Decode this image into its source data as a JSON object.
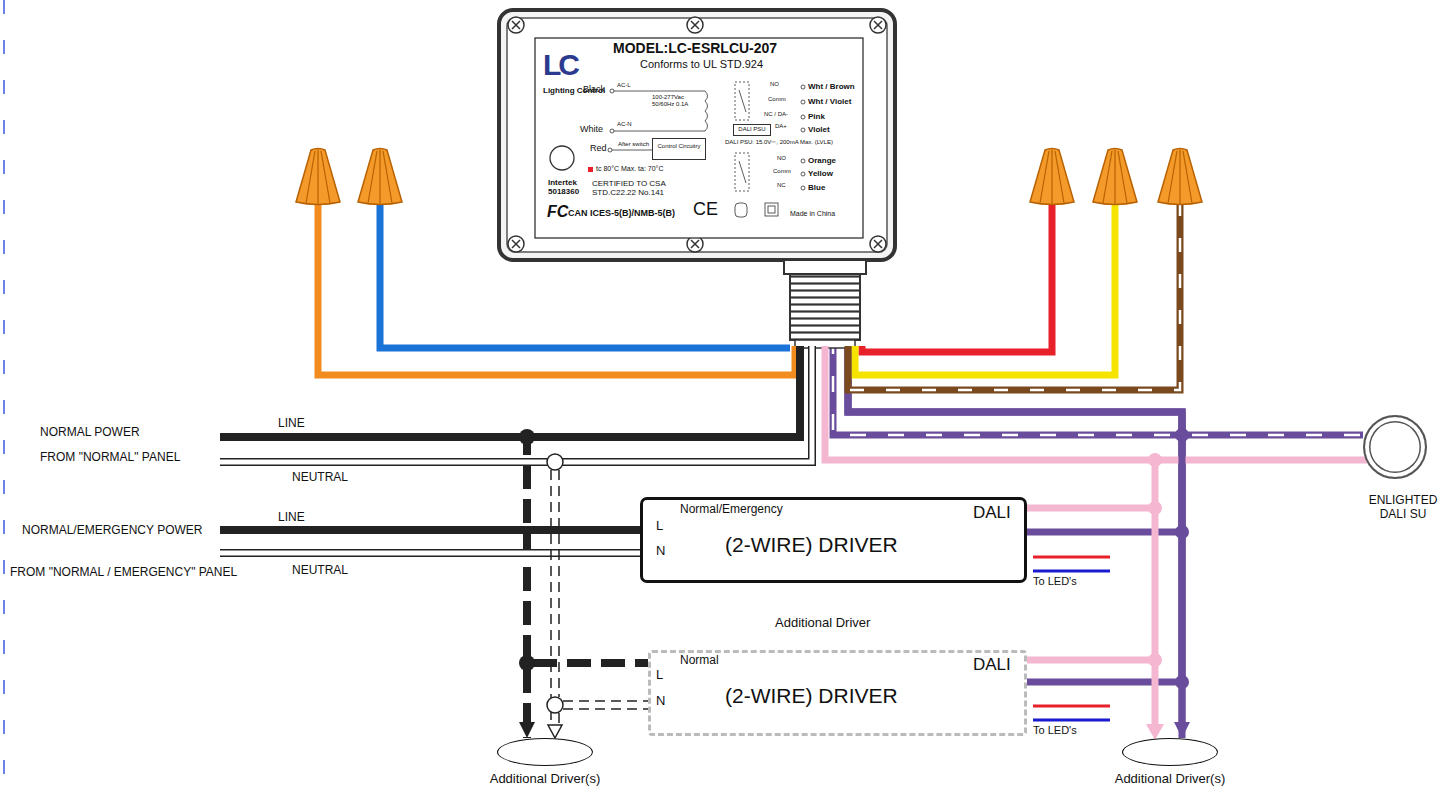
{
  "diagram": {
    "nodes": [
      {
        "text": [
          "MODEL:LC-ESRLCU-207",
          "Conforms to UL STD.924",
          "Lighting Control",
          "Black",
          "AC-L",
          "100-277Vac 50/60Hz 0.1A",
          "White",
          "AC-N",
          "Red",
          "After switch",
          "tc 80°C Max. ta: 70°C",
          "Intertek 5018360",
          "CERTIFIED TO CSA STD.C22.22 No.141",
          "FC",
          "CAN ICES-5(B)/NMB-5(B)",
          "CE",
          "Made in China",
          "NO",
          "Wht / Brown",
          "Comm",
          "Wht / Violet",
          "NC / DA-",
          "Pink",
          "DA+",
          "Violet",
          "DALI PSU: 15.0V⎓, 200mA Max. (LVLE)",
          "NO",
          "Orange",
          "Comm",
          "Yellow",
          "NC",
          "Blue",
          "LC"
        ]
      },
      {
        "text": [
          "Control Circuitry"
        ],
        "in": 0
      },
      {
        "text": [
          "DALI PSU"
        ],
        "in": 0
      },
      {
        "text": [
          "Normal/Emergency",
          "L",
          "N",
          "DALI",
          "(2-WIRE) DRIVER",
          "To LED's"
        ]
      },
      {
        "text": [
          "Additional Driver",
          "Normal",
          "L",
          "N",
          "DALI",
          "(2-WIRE) DRIVER",
          "To LED's"
        ]
      },
      {
        "text": [
          "ENLIGHTED DALI SU"
        ]
      },
      {
        "text": [
          "Additional Driver(s)"
        ]
      },
      {
        "text": [
          "Additional Driver(s)"
        ]
      }
    ],
    "edges": [
      {
        "from": 0,
        "to": 5,
        "arrow": "none"
      },
      {
        "from": 0,
        "to": 3,
        "arrow": "none"
      },
      {
        "from": 0,
        "to": 4,
        "arrow": "none"
      },
      {
        "from": 0,
        "to": 7,
        "arrow": "to"
      },
      {
        "from": 0,
        "to": 6,
        "arrow": "to"
      },
      {
        "from": 0,
        "to": 4,
        "arrow": "none"
      }
    ],
    "labels": [
      "NORMAL POWER",
      "FROM \"NORMAL\" PANEL",
      "LINE",
      "NEUTRAL",
      "NORMAL/EMERGENCY POWER",
      "FROM \"NORMAL / EMERGENCY\" PANEL",
      "LINE",
      "NEUTRAL"
    ]
  }
}
